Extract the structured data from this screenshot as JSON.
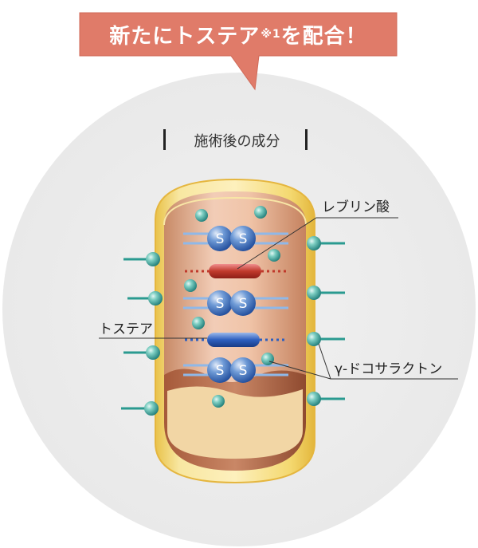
{
  "banner": {
    "text_main": "新たにトステア",
    "text_mark": "※1",
    "text_end": "を配合！",
    "color": "#e07b69"
  },
  "section_title": "施術後の成分",
  "labels": {
    "leblin_acid": "レブリン酸",
    "tostea": "トステア",
    "gamma_docosalactone": "γ-ドコサラクトン"
  },
  "bond_letter": "S",
  "colors": {
    "background_circle": "#efefef",
    "hair_outer": "#f3d77a",
    "hair_inner": "#d99f7f",
    "sphere": "#3fa09a",
    "ss_bond": "#3f73c0",
    "leblin": "#c0392b",
    "tostea": "#2d5fbf"
  }
}
